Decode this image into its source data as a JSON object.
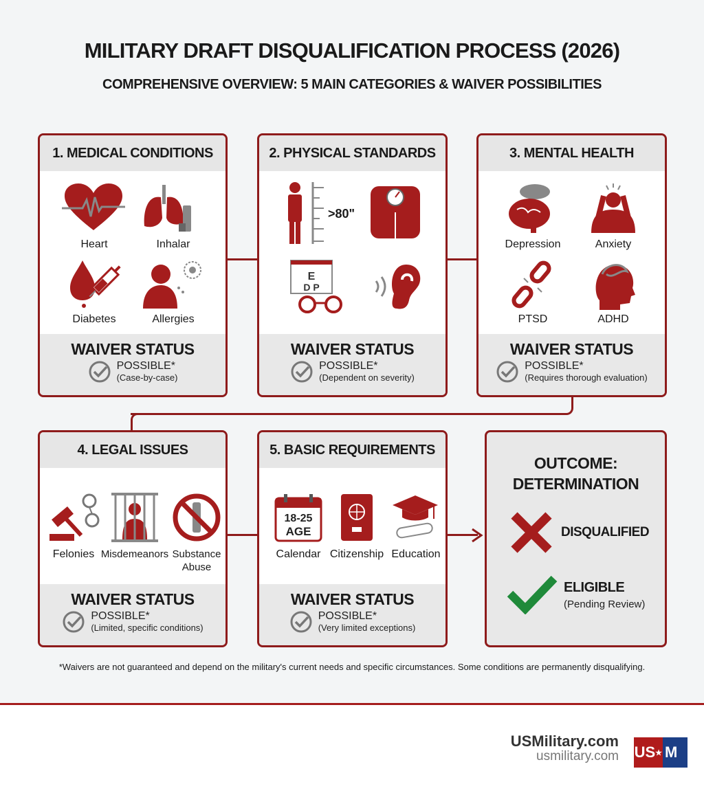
{
  "title": "MILITARY DRAFT DISQUALIFICATION PROCESS (2026)",
  "subtitle": "COMPREHENSIVE OVERVIEW: 5 MAIN CATEGORIES & WAIVER POSSIBILITIES",
  "colors": {
    "accent": "#8e1b1b",
    "icon_red": "#a51d1d",
    "gray": "#7a7a7a",
    "eligible": "#1f8a3a"
  },
  "panels": [
    {
      "title": "1. MEDICAL CONDITIONS",
      "items": [
        "Heart",
        "Inhalar",
        "Diabetes",
        "Allergies"
      ],
      "waiver_title": "WAIVER STATUS",
      "waiver_status": "POSSIBLE*",
      "waiver_note": "(Case-by-case)"
    },
    {
      "title": "2. PHYSICAL STANDARDS",
      "height_label": ">80\"",
      "chart_letters": [
        "E",
        "D P"
      ],
      "waiver_title": "WAIVER STATUS",
      "waiver_status": "POSSIBLE*",
      "waiver_note": "(Dependent on severity)"
    },
    {
      "title": "3. MENTAL HEALTH",
      "items": [
        "Depression",
        "Anxiety",
        "PTSD",
        "ADHD"
      ],
      "waiver_title": "WAIVER STATUS",
      "waiver_status": "POSSIBLE*",
      "waiver_note": "(Requires thorough evaluation)"
    },
    {
      "title": "4. LEGAL ISSUES",
      "items": [
        "Felonies",
        "Misdemeanors",
        "Substance Abuse"
      ],
      "waiver_title": "WAIVER STATUS",
      "waiver_status": "POSSIBLE*",
      "waiver_note": "(Limited, specific conditions)"
    },
    {
      "title": "5. BASIC REQUIREMENTS",
      "items": [
        "Calendar",
        "Citizenship",
        "Education"
      ],
      "calendar_range": "18-25",
      "calendar_label": "AGE",
      "waiver_title": "WAIVER STATUS",
      "waiver_status": "POSSIBLE*",
      "waiver_note": "(Very limited exceptions)"
    }
  ],
  "outcome": {
    "title_1": "OUTCOME:",
    "title_2": "DETERMINATION",
    "disqualified": "DISQUALIFIED",
    "eligible": "ELIGIBLE",
    "eligible_note": "(Pending Review)"
  },
  "footnote": "*Waivers are not guaranteed and depend on the military's current needs and specific circumstances. Some conditions are permanently disqualifying.",
  "footer": {
    "brand": "USMilitary.com",
    "url": "usmilitary.com",
    "logo_left": "US",
    "logo_star": "★",
    "logo_right": "M"
  }
}
